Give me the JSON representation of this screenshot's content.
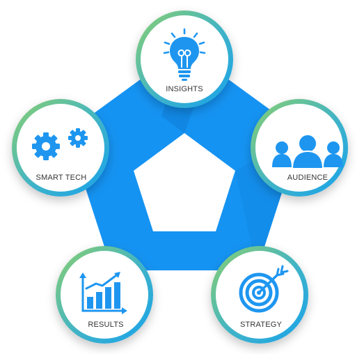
{
  "colors": {
    "band": "#1593f2",
    "band_shade": "#0c72c9",
    "icon": "#1e96f0",
    "ring_green": "#8bd06e",
    "ring_blue": "#18a2ec",
    "label": "#333333"
  },
  "nodes": [
    {
      "id": "insights",
      "label": "INSIGHTS",
      "icon": "lightbulb-icon"
    },
    {
      "id": "audience",
      "label": "AUDIENCE",
      "icon": "people-icon"
    },
    {
      "id": "strategy",
      "label": "STRATEGY",
      "icon": "target-icon"
    },
    {
      "id": "results",
      "label": "RESULTS",
      "icon": "bar-chart-icon"
    },
    {
      "id": "smart_tech",
      "label": "SMART TECH",
      "icon": "gears-icon"
    }
  ]
}
